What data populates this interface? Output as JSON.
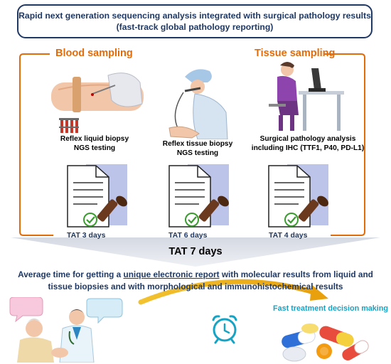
{
  "title": {
    "line1": "Rapid next generation sequencing analysis integrated with surgical pathology results",
    "line2": "(fast-track global pathology reporting)"
  },
  "sections": {
    "blood": "Blood sampling",
    "tissue": "Tissue sampling"
  },
  "steps": [
    {
      "caption1": "Reflex liquid biopsy",
      "caption2": "NGS testing",
      "tat": "TAT  3 days"
    },
    {
      "caption1": "Reflex tissue biopsy",
      "caption2": "NGS testing",
      "tat": "TAT 6 days"
    },
    {
      "caption1": "Surgical pathology analysis",
      "caption2": "including IHC (TTF1, P40, PD-L1)",
      "tat": "TAT 4 days"
    }
  ],
  "total_tat": "TAT 7 days",
  "summary": {
    "prefix": "Average time for getting a ",
    "emphasis": "unique electronic report",
    "suffix": " with molecular results from liquid and",
    "line2": "tissue biopsies and with morphological and immunohistochemical results"
  },
  "outcome": "Fast treatment decision making",
  "colors": {
    "navy": "#1f3864",
    "orange": "#e36c0a",
    "teal": "#17a3c4",
    "doc_shade": "#bcc4ea",
    "check_green": "#3a9b2e"
  },
  "icons": [
    "blood-draw-icon",
    "test-tubes-icon",
    "tissue-biopsy-icon",
    "microscope-pathologist-icon",
    "report-document-icon",
    "check-stamp-icon",
    "alarm-clock-icon",
    "doctor-patient-icon",
    "pills-icon"
  ]
}
